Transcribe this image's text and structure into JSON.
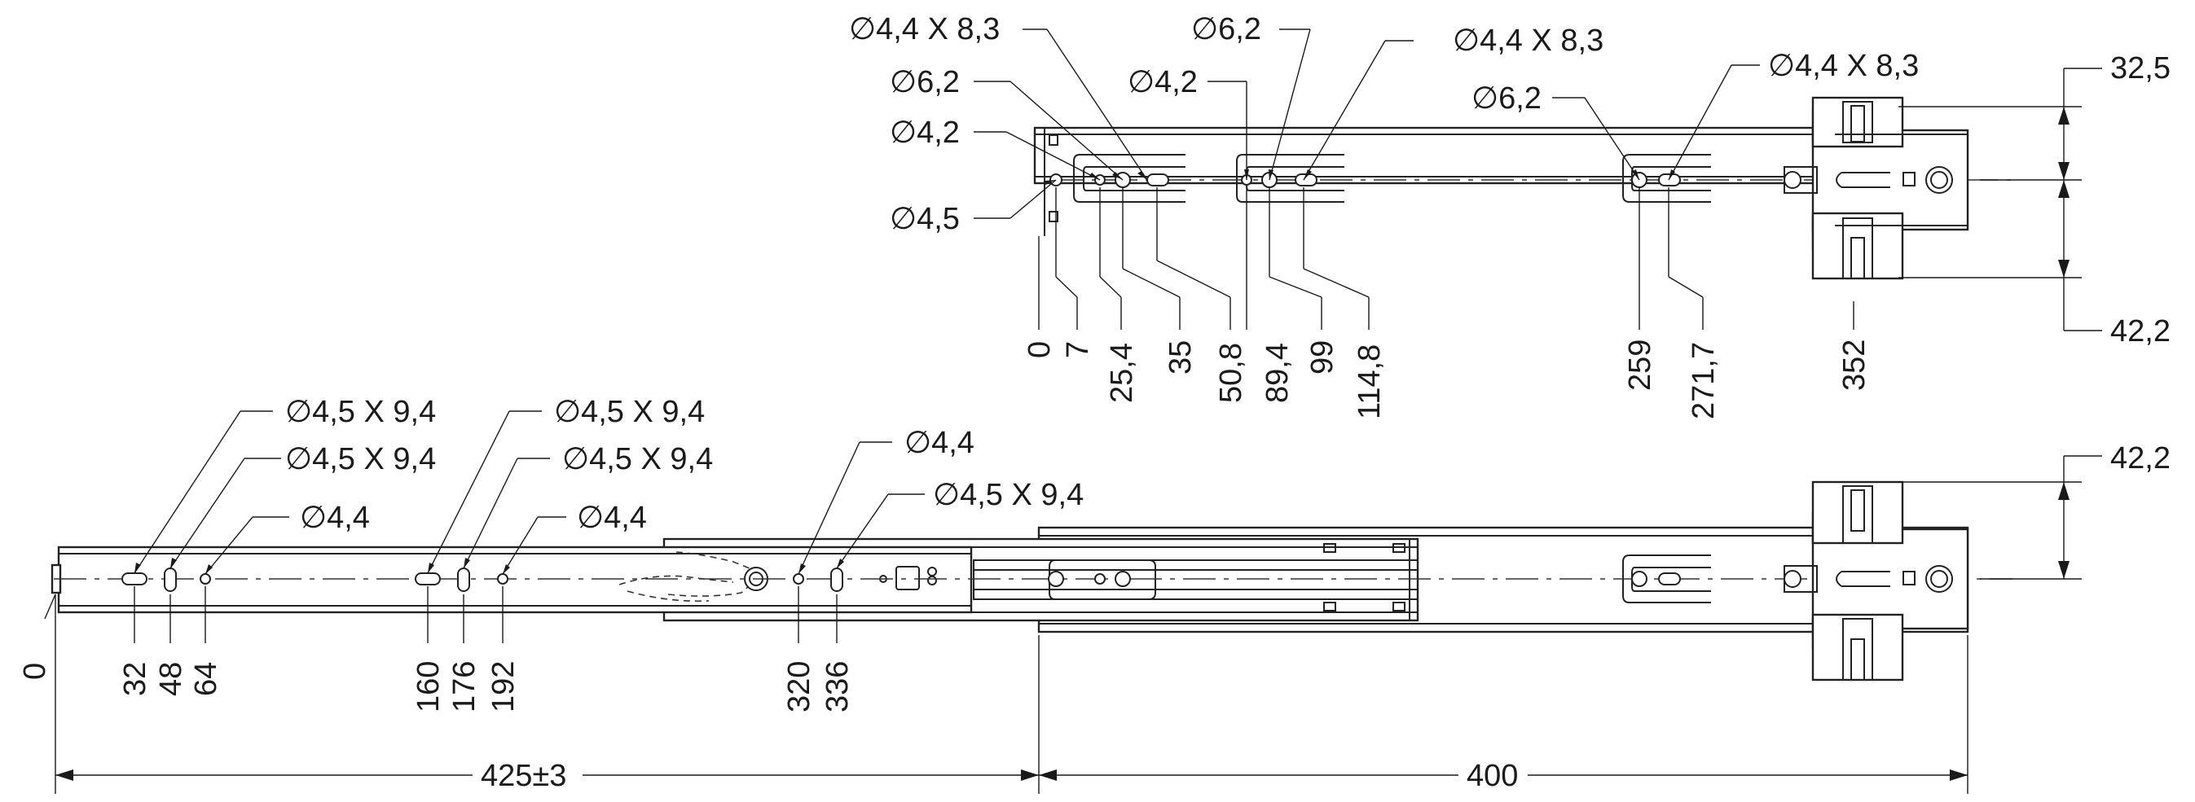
{
  "top_view": {
    "hole_callouts": [
      {
        "label": "∅4,4 X 8,3"
      },
      {
        "label": "∅6,2"
      },
      {
        "label": "∅4,2"
      },
      {
        "label": "∅4,5"
      },
      {
        "label": "∅4,2"
      },
      {
        "label": "∅6,2"
      },
      {
        "label": "∅4,4 X 8,3"
      },
      {
        "label": "∅6,2"
      },
      {
        "label": "∅4,4 X 8,3"
      }
    ],
    "position_dims": [
      "0",
      "7",
      "25,4",
      "35",
      "50,8",
      "89,4",
      "99",
      "114,8",
      "259",
      "271,7",
      "352"
    ],
    "height_dims": [
      "32,5",
      "42,2"
    ]
  },
  "bottom_view": {
    "hole_callouts": [
      {
        "label": "∅4,5 X 9,4"
      },
      {
        "label": "∅4,5 X 9,4"
      },
      {
        "label": "∅4,4"
      },
      {
        "label": "∅4,5 X 9,4"
      },
      {
        "label": "∅4,5 X 9,4"
      },
      {
        "label": "∅4,4"
      },
      {
        "label": "∅4,4"
      },
      {
        "label": "∅4,5 X 9,4"
      }
    ],
    "position_dims": [
      "0",
      "32",
      "48",
      "64",
      "160",
      "176",
      "192",
      "320",
      "336"
    ],
    "height_dims": [
      "42,2"
    ],
    "length_dims": [
      "425±3",
      "400"
    ]
  }
}
